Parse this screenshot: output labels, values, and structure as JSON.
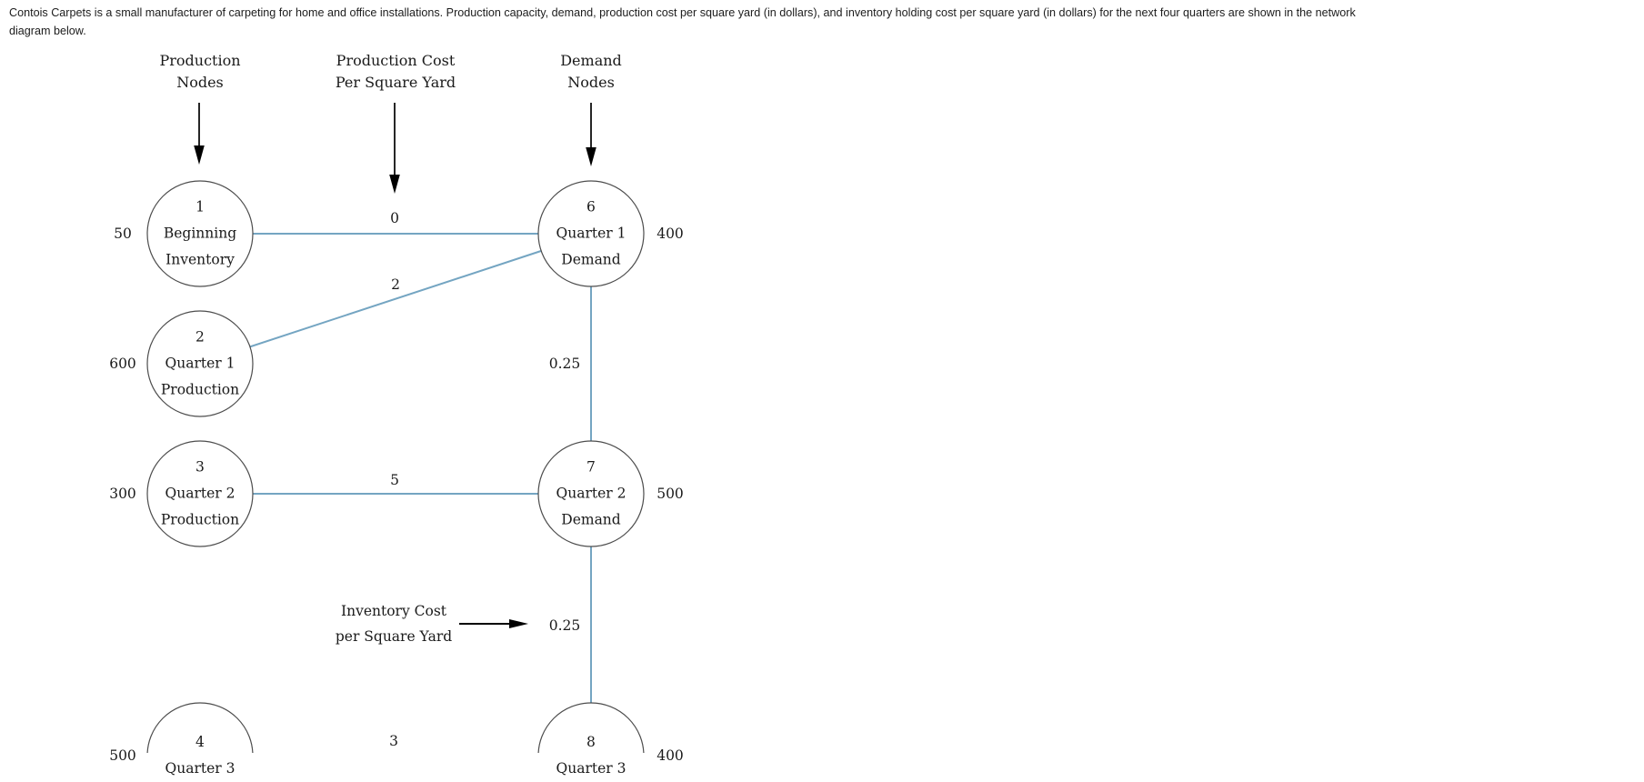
{
  "intro": {
    "line1": "Contois Carpets is a small manufacturer of carpeting for home and office installations. Production capacity, demand, production cost per square yard (in dollars), and inventory holding cost per square yard (in dollars) for the next four quarters are shown in the network",
    "line2": "diagram below."
  },
  "headers": {
    "production": [
      "Production",
      "Nodes"
    ],
    "cost": [
      "Production Cost",
      "Per Square Yard"
    ],
    "demand": [
      "Demand",
      "Nodes"
    ]
  },
  "annotation": {
    "line1": "Inventory Cost",
    "line2": "per Square Yard"
  },
  "colors": {
    "edge": "#74a5c2",
    "node_stroke": "#4d4d4d",
    "text": "#1a1a1a",
    "arrow": "#000000"
  },
  "nodes": [
    {
      "id": "1",
      "lines": [
        "1",
        "Beginning",
        "Inventory"
      ],
      "capacity": "50"
    },
    {
      "id": "2",
      "lines": [
        "2",
        "Quarter 1",
        "Production"
      ],
      "capacity": "600"
    },
    {
      "id": "3",
      "lines": [
        "3",
        "Quarter 2",
        "Production"
      ],
      "capacity": "300"
    },
    {
      "id": "4",
      "lines": [
        "4",
        "Quarter 3",
        ""
      ],
      "capacity": "500"
    },
    {
      "id": "6",
      "lines": [
        "6",
        "Quarter 1",
        "Demand"
      ],
      "demand": "400"
    },
    {
      "id": "7",
      "lines": [
        "7",
        "Quarter 2",
        "Demand"
      ],
      "demand": "500"
    },
    {
      "id": "8",
      "lines": [
        "8",
        "Quarter 3",
        ""
      ],
      "demand": "400"
    }
  ],
  "edges": [
    {
      "from": "1",
      "to": "6",
      "cost": "0"
    },
    {
      "from": "2",
      "to": "6",
      "cost": "2"
    },
    {
      "from": "3",
      "to": "7",
      "cost": "5"
    },
    {
      "from": "6",
      "to": "7",
      "cost": "0.25"
    },
    {
      "from": "7",
      "to": "8",
      "cost": "0.25"
    },
    {
      "from": "4",
      "to": "8",
      "cost": "3"
    }
  ]
}
